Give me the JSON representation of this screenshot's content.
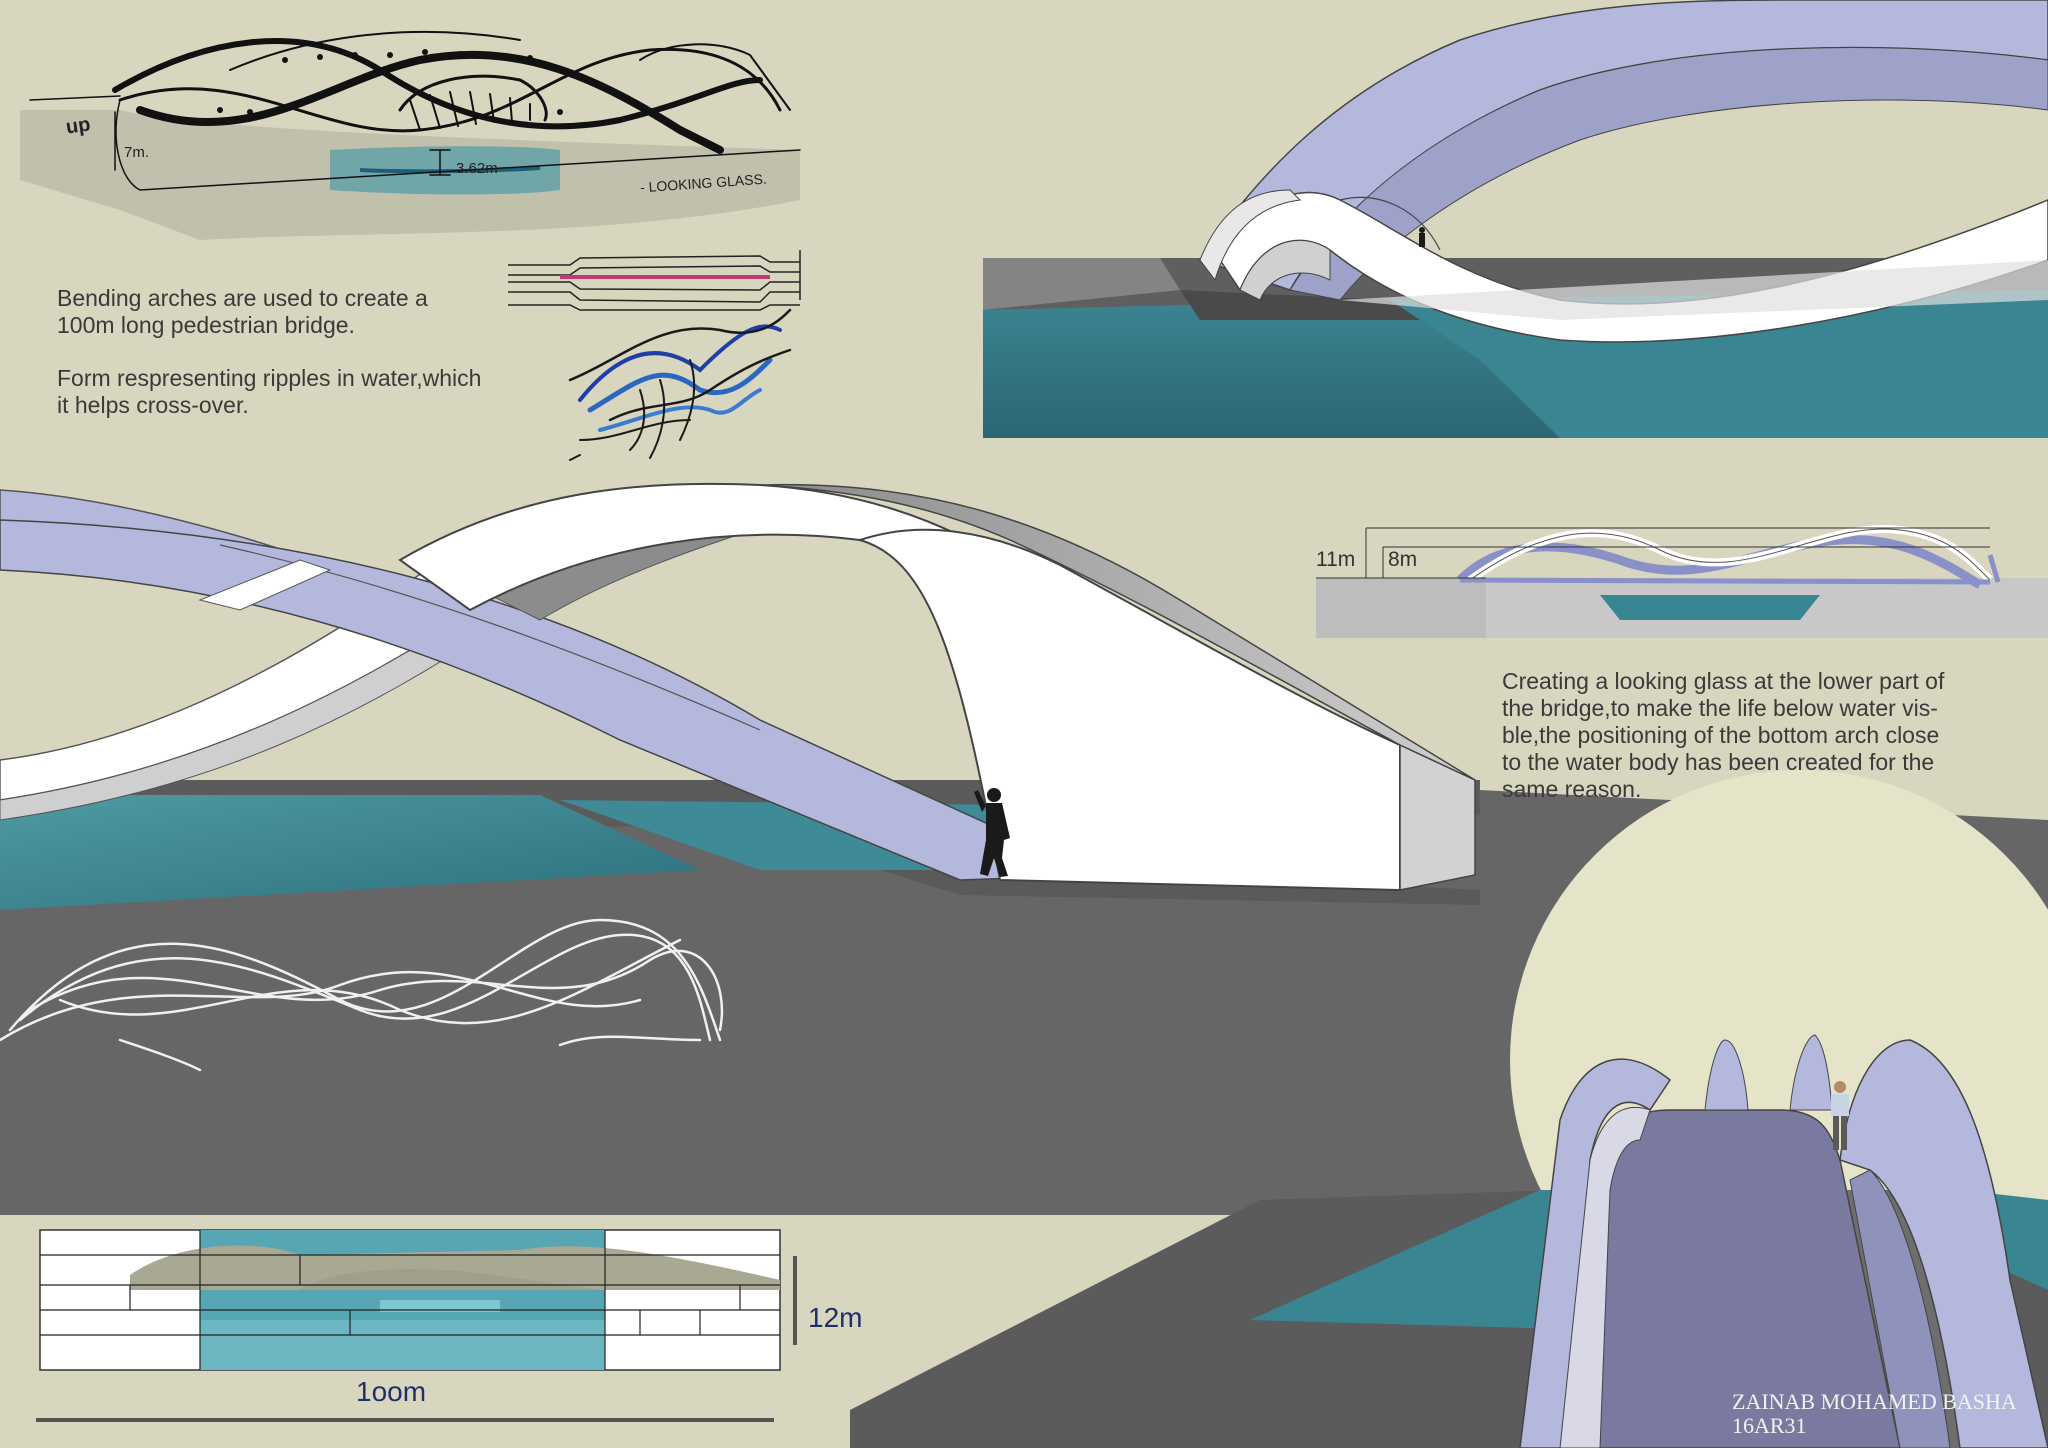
{
  "intro": {
    "line1": "Bending arches are used to create a",
    "line2": "100m long pedestrian bridge.",
    "line3": "Form respresenting ripples in water,which",
    "line4": "it helps cross-over."
  },
  "sketch": {
    "up_label": "up",
    "height_label": "7m.",
    "depth_label": "3.62m",
    "glass_label": "- LOOKING GLASS."
  },
  "elevation": {
    "height_outer": "11m",
    "height_inner": "8m"
  },
  "looking_glass": {
    "line1": "Creating a looking glass at the lower part of",
    "line2": "the bridge,to make the life below water vis-",
    "line3": "ble,the positioning of the bottom arch close",
    "line4": "to the water body has been created for the",
    "line5": "same reason."
  },
  "plan": {
    "width_label": "12m",
    "length_label": "1oom"
  },
  "author": {
    "name": "ZAINAB MOHAMED BASHA",
    "id": "16AR31"
  },
  "colors": {
    "background": "#d8d6bf",
    "arch_lavender": "#b4b8dc",
    "arch_white": "#ffffff",
    "water": "#3f8e99",
    "ground": "#666666",
    "label_blue": "#1f2f6b"
  }
}
